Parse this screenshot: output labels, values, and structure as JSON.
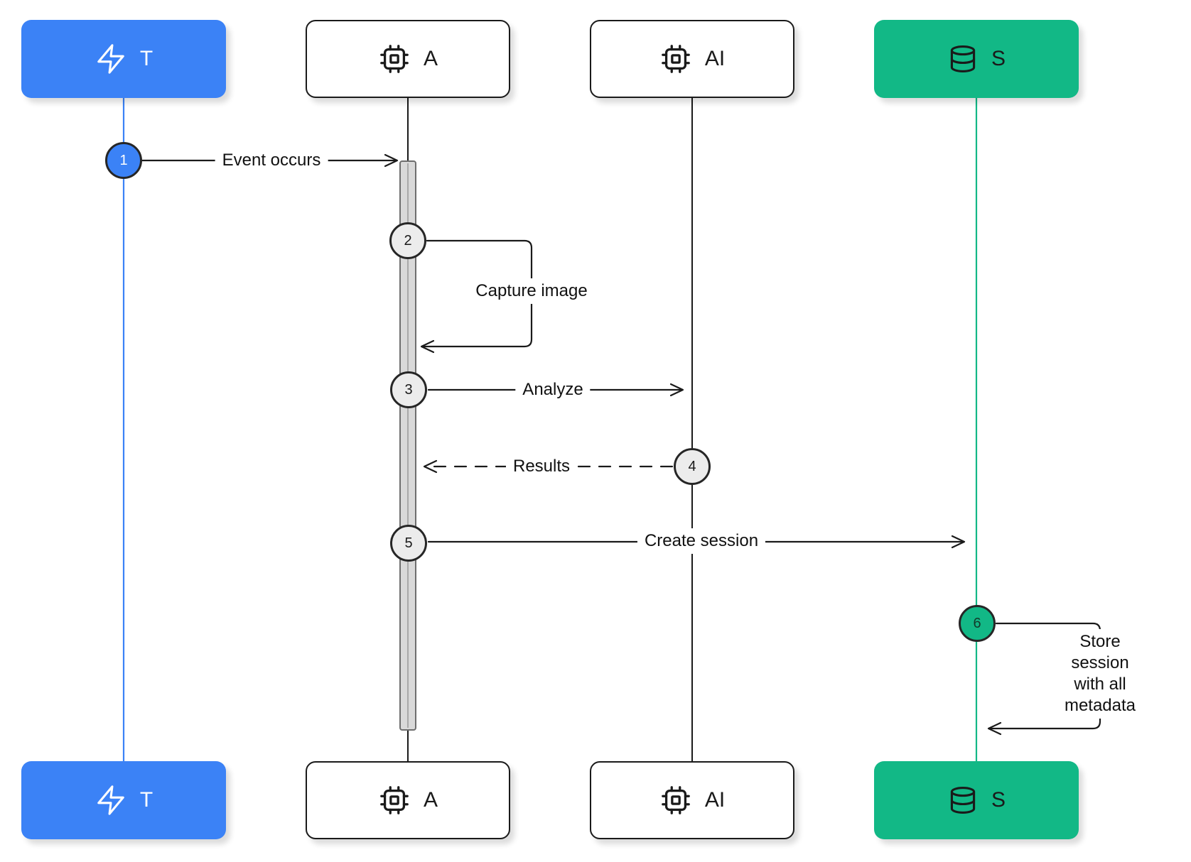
{
  "diagram": {
    "type": "sequence-diagram",
    "participants": [
      {
        "id": "trigger",
        "label": "T",
        "icon": "zap-icon",
        "variant": "blue"
      },
      {
        "id": "agent",
        "label": "A",
        "icon": "cpu-icon",
        "variant": "white"
      },
      {
        "id": "ai",
        "label": "AI",
        "icon": "cpu-icon",
        "variant": "white"
      },
      {
        "id": "storage",
        "label": "S",
        "icon": "database-icon",
        "variant": "green"
      }
    ],
    "messages": [
      {
        "step": "1",
        "label": "Event occurs",
        "from": "trigger",
        "to": "agent",
        "style": "solid"
      },
      {
        "step": "2",
        "label": "Capture image",
        "from": "agent",
        "to": "agent",
        "style": "self-loop"
      },
      {
        "step": "3",
        "label": "Analyze",
        "from": "agent",
        "to": "ai",
        "style": "solid"
      },
      {
        "step": "4",
        "label": "Results",
        "from": "ai",
        "to": "agent",
        "style": "dashed"
      },
      {
        "step": "5",
        "label": "Create session",
        "from": "agent",
        "to": "storage",
        "style": "solid"
      },
      {
        "step": "6",
        "label": "Store session\nwith all\nmetadata",
        "from": "storage",
        "to": "storage",
        "style": "self-loop"
      }
    ],
    "colors": {
      "trigger_blue": "#3b82f6",
      "storage_green": "#12b886",
      "line_black": "#1a1a1a",
      "activation_fill": "#d9d9d9",
      "activation_border": "#6e6e6e"
    }
  }
}
